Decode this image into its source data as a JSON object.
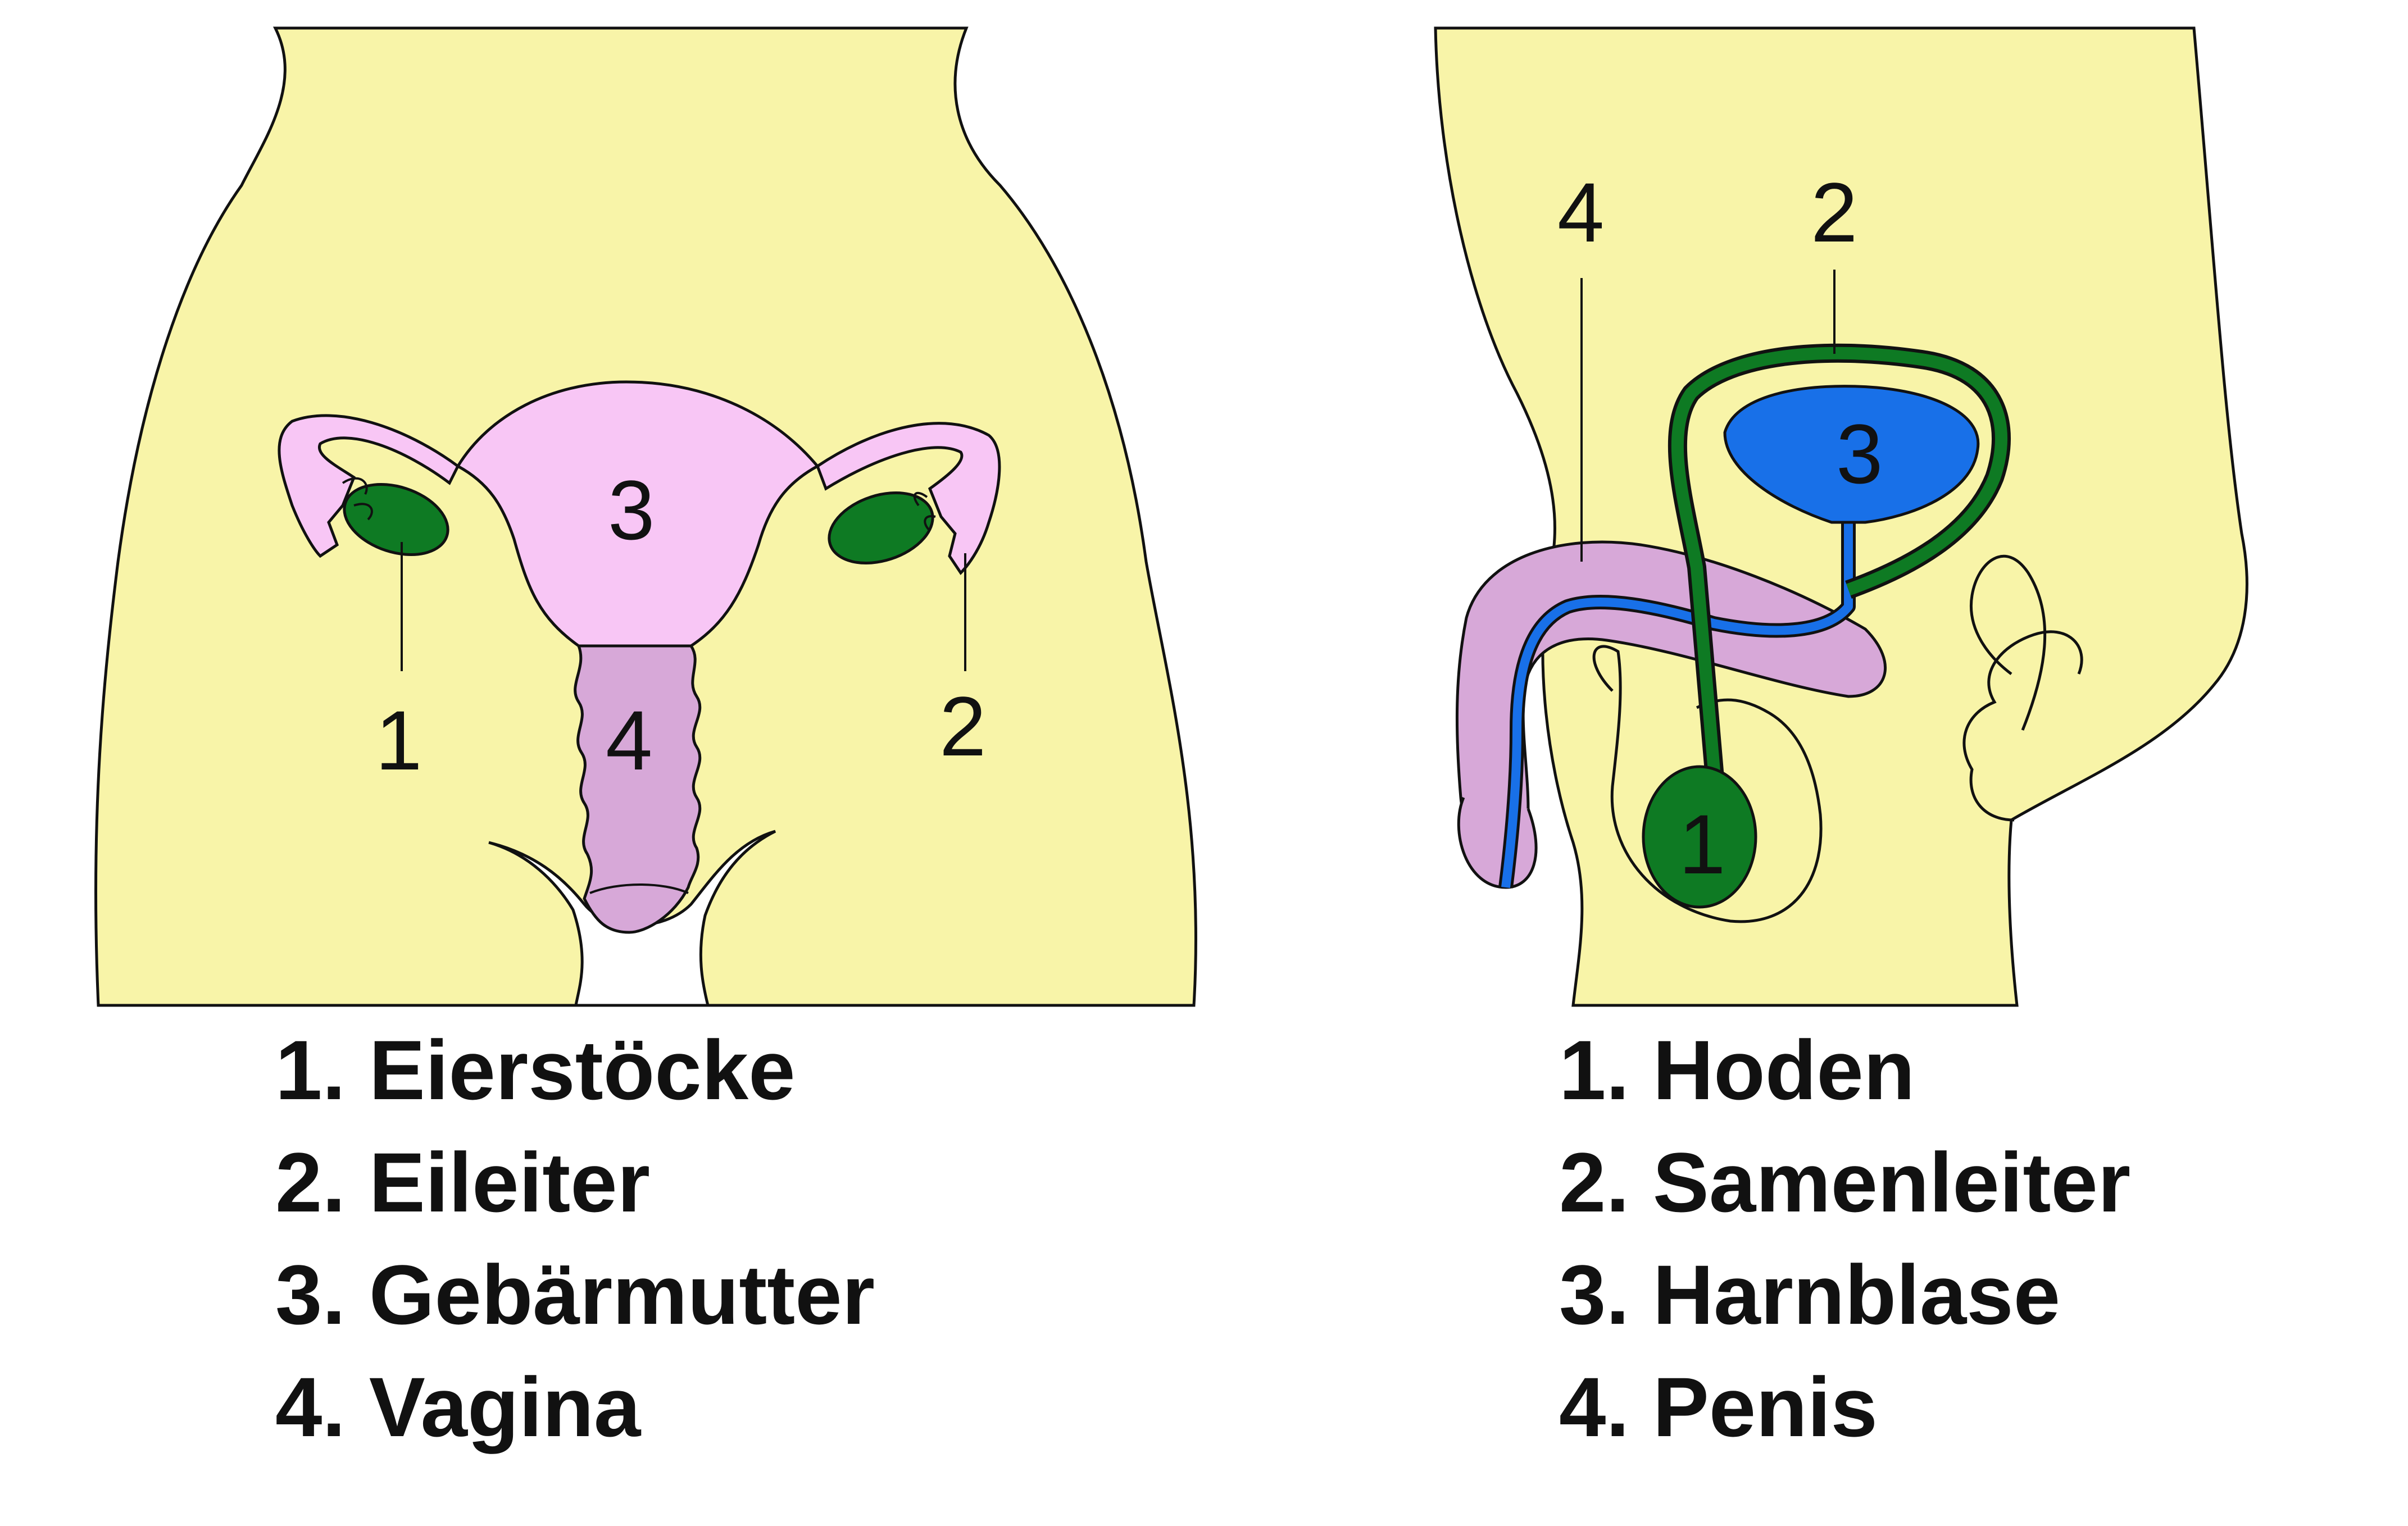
{
  "female": {
    "labels": {
      "ovary": "1",
      "fallopian": "2",
      "uterus": "3",
      "vagina": "4"
    },
    "legend": [
      "1. Eierstöcke",
      "2. Eileiter",
      "3. Gebärmutter",
      "4. Vagina"
    ]
  },
  "male": {
    "labels": {
      "testis": "1",
      "vas_deferens": "2",
      "bladder": "3",
      "penis": "4"
    },
    "legend": [
      "1. Hoden",
      "2. Samenleiter",
      "3. Harnblase",
      "4. Penis"
    ]
  },
  "colors": {
    "skin": "#f8f4a8",
    "uterus": "#f8c6f5",
    "vagina": "#d7a8d8",
    "penis": "#d7a8d8",
    "gonad": "#0e7a23",
    "bladder": "#1870e8",
    "outline": "#111111"
  }
}
